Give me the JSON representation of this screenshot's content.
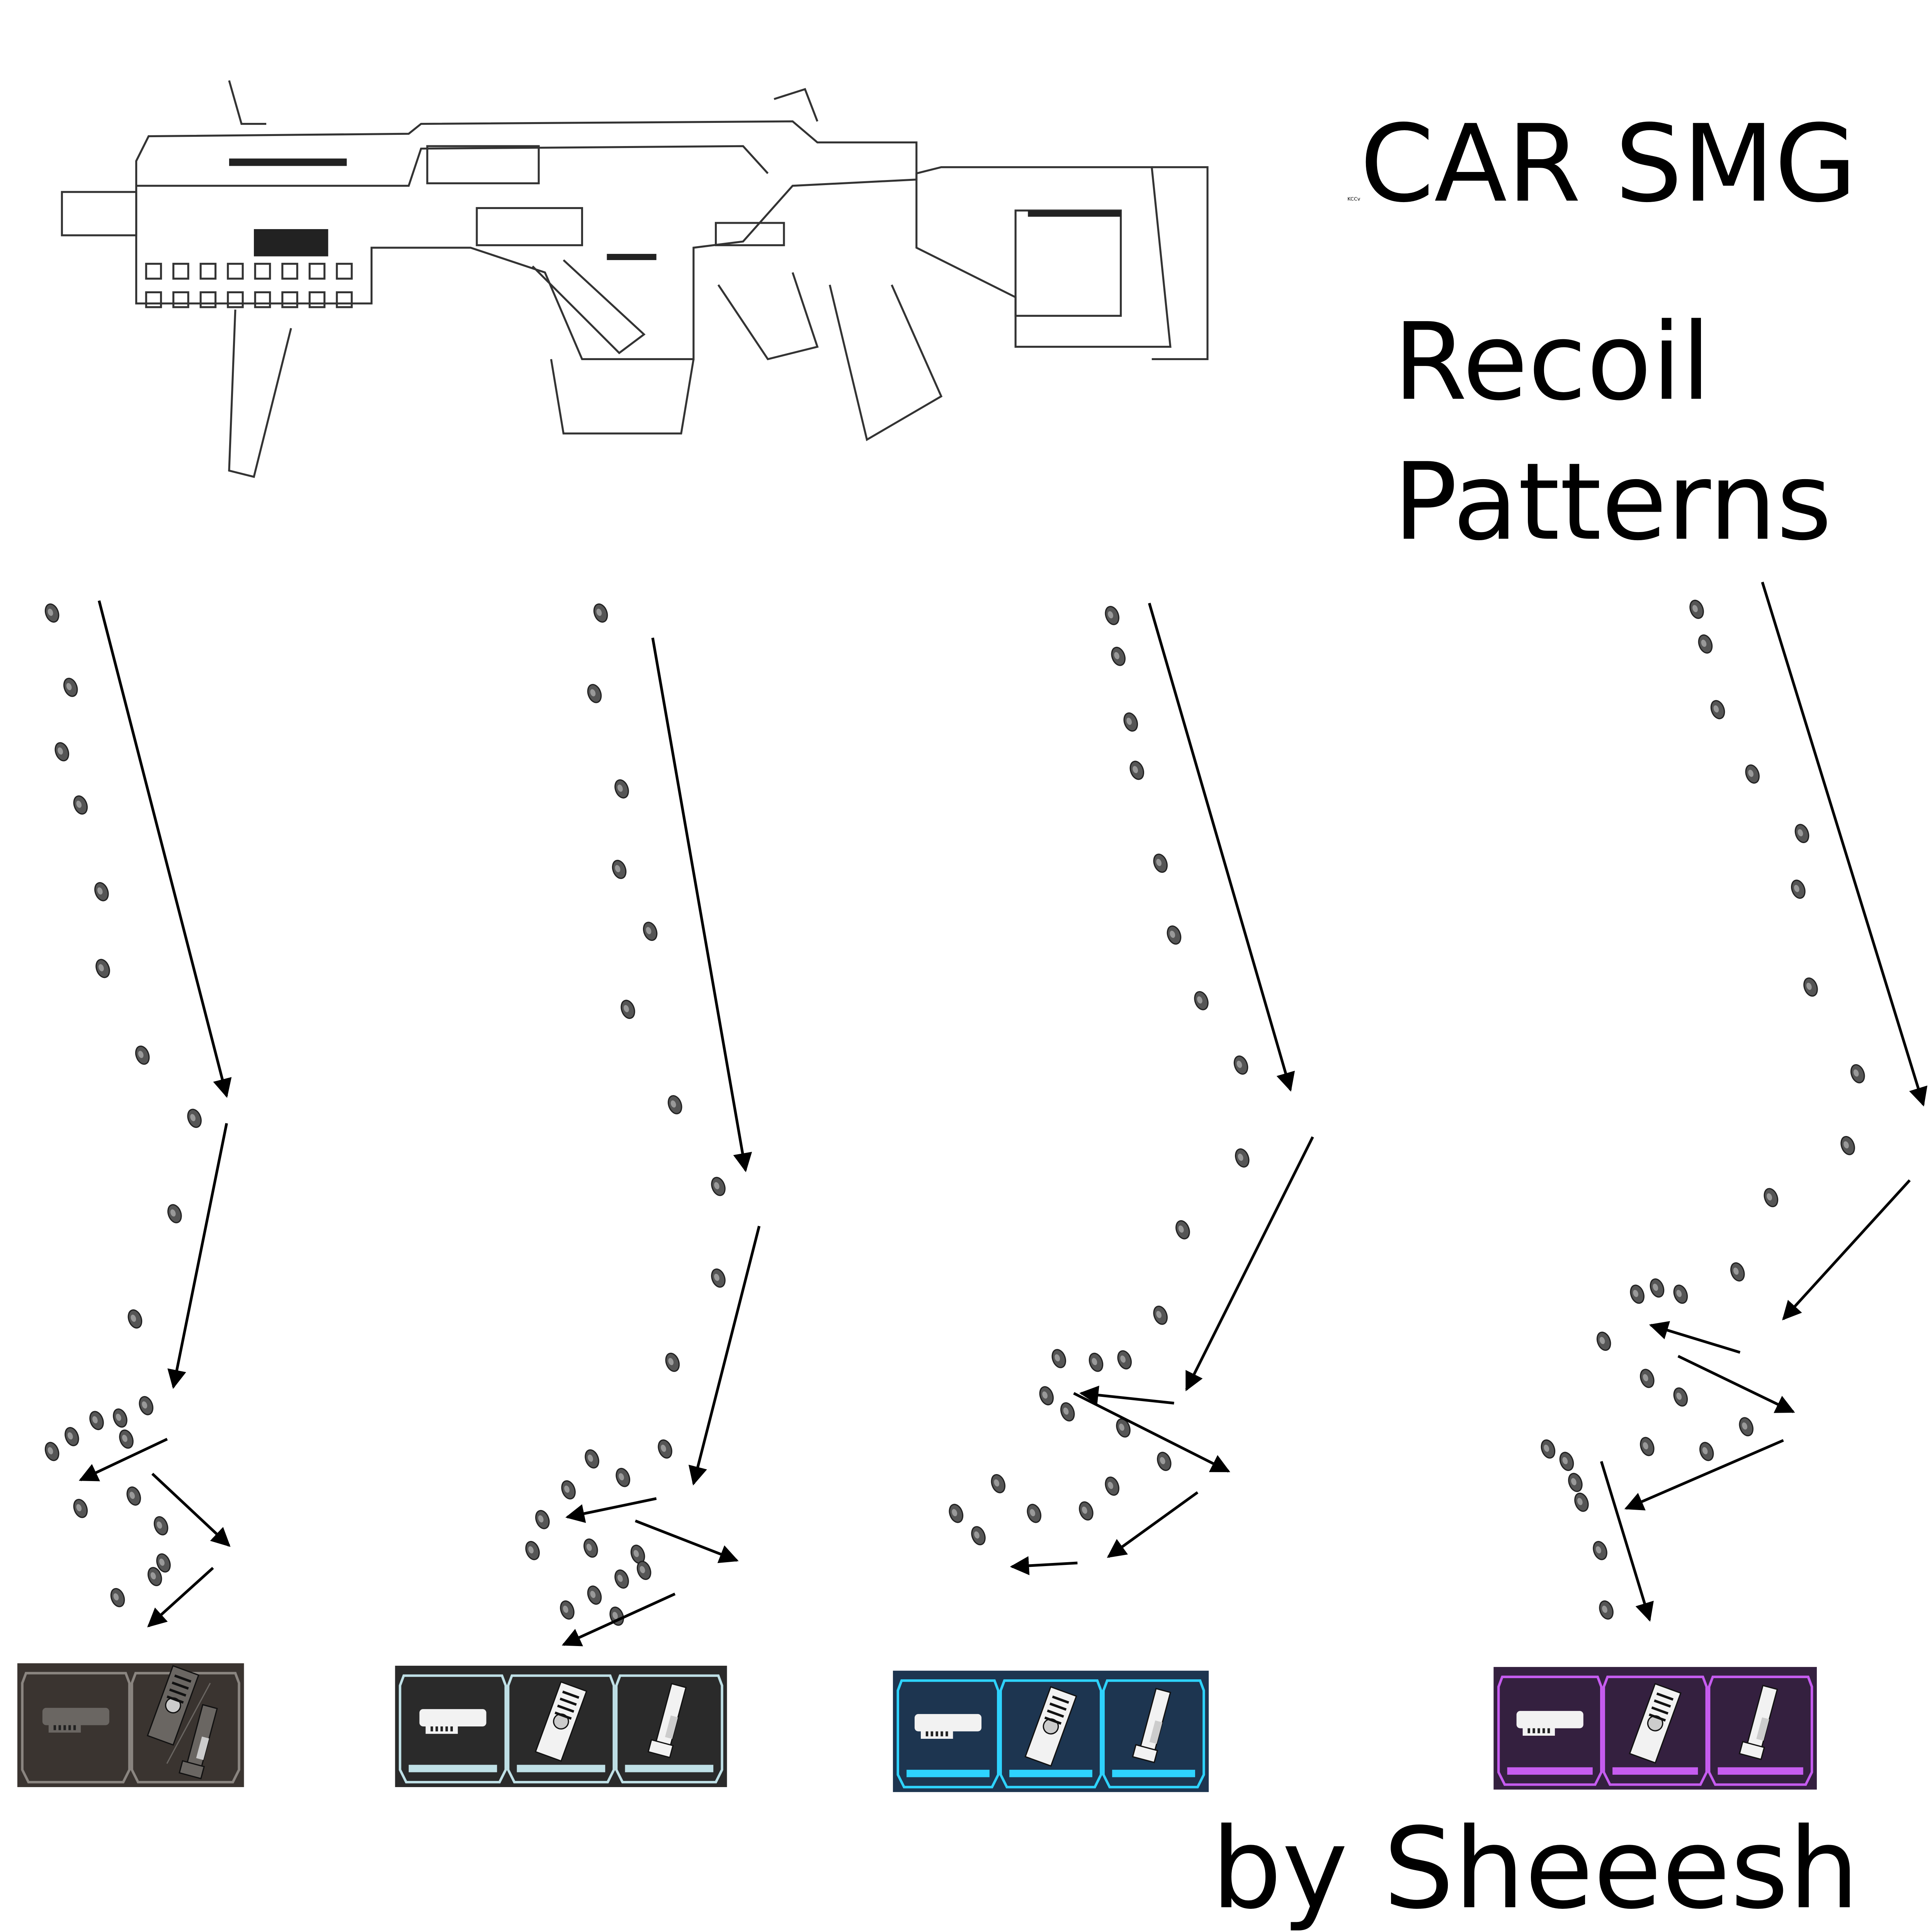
{
  "header": {
    "weapon_name": "CAR SMG",
    "subtitle_line1": "Recoil",
    "subtitle_line2": "Patterns",
    "tiny_mark": "KCCv"
  },
  "footer": {
    "credit": "by Sheeesh"
  },
  "patterns": [
    {
      "tier": "none",
      "attachments": [
        "barrel-stabilizer-icon",
        "magazine-and-stock-icon"
      ],
      "accent": "#8a8580",
      "bg": "#3a3430"
    },
    {
      "tier": "common",
      "attachments": [
        "barrel-stabilizer-icon",
        "extended-magazine-icon",
        "standard-stock-icon"
      ],
      "accent": "#bfe0e6",
      "bg": "#2a2a2a"
    },
    {
      "tier": "rare",
      "attachments": [
        "barrel-stabilizer-icon",
        "extended-magazine-icon",
        "standard-stock-icon"
      ],
      "accent": "#2ed3ff",
      "bg": "#1d3550"
    },
    {
      "tier": "epic",
      "attachments": [
        "barrel-stabilizer-icon",
        "extended-magazine-icon",
        "standard-stock-icon"
      ],
      "accent": "#c65cf0",
      "bg": "#34203f"
    }
  ]
}
